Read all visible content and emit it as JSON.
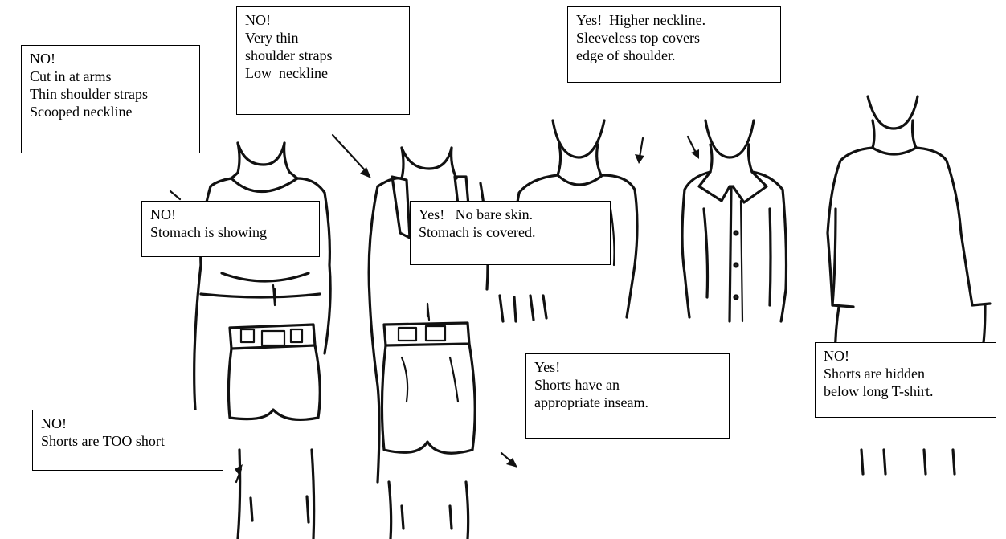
{
  "callouts": {
    "cut_in_arms": {
      "lines": [
        "NO!",
        "Cut in at arms",
        "Thin shoulder straps",
        "Scooped neckline"
      ]
    },
    "thin_straps": {
      "lines": [
        "NO!",
        "Very thin",
        "shoulder straps",
        "Low  neckline"
      ]
    },
    "higher_neckline": {
      "lines": [
        "Yes!  Higher neckline.",
        "Sleeveless top covers",
        "edge of shoulder."
      ]
    },
    "stomach_showing": {
      "lines": [
        "NO!",
        "Stomach is showing"
      ]
    },
    "no_bare_skin": {
      "lines": [
        "Yes!   No bare skin.",
        "Stomach is covered."
      ]
    },
    "appropriate_inseam": {
      "lines": [
        "Yes!",
        "Shorts have an",
        "appropriate inseam."
      ]
    },
    "hidden_shorts": {
      "lines": [
        "NO!",
        "Shorts are hidden",
        "below long T-shirt."
      ]
    },
    "too_short": {
      "lines": [
        "NO!",
        "Shorts are TOO short"
      ]
    }
  }
}
